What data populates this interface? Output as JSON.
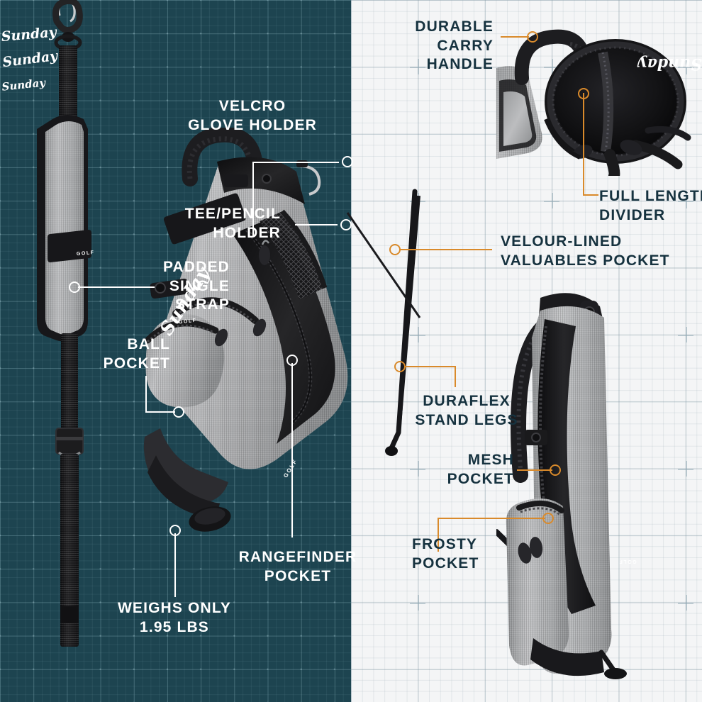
{
  "theme": {
    "dark_panel_bg": "#1d4450",
    "light_panel_bg": "#f4f5f6",
    "dark_text": "#16323f",
    "light_text": "#ffffff",
    "accent_orange": "#d98a2b",
    "fabric_grey": "#b4b5b7",
    "trim_black": "#1a1a1c"
  },
  "brand": {
    "name": "Sunday",
    "sub": "GOLF"
  },
  "callouts": {
    "dark": [
      {
        "id": "velcro-glove-holder",
        "text": "VELCRO\nGLOVE HOLDER"
      },
      {
        "id": "tee-pencil-holder",
        "text": "TEE/PENCIL\nHOLDER"
      },
      {
        "id": "padded-single-strap",
        "text": "PADDED\nSINGLE\nSTRAP"
      },
      {
        "id": "ball-pocket",
        "text": "BALL\nPOCKET"
      },
      {
        "id": "weighs-only",
        "text": "WEIGHS ONLY\n1.95 LBS"
      },
      {
        "id": "rangefinder-pocket",
        "text": "RANGEFINDER\nPOCKET"
      }
    ],
    "light": [
      {
        "id": "durable-carry-handle",
        "text": "DURABLE CARRY\nHANDLE"
      },
      {
        "id": "full-length-divider",
        "text": "FULL LENGTH\nDIVIDER"
      },
      {
        "id": "velour-lined-valuables-pocket",
        "text": "VELOUR-LINED\nVALUABLES POCKET"
      },
      {
        "id": "duraflex-stand-legs",
        "text": "DURAFLEX\nSTAND LEGS"
      },
      {
        "id": "mesh-pocket",
        "text": "MESH\nPOCKET"
      },
      {
        "id": "frosty-pocket",
        "text": "FROSTY\nPOCKET"
      }
    ]
  }
}
